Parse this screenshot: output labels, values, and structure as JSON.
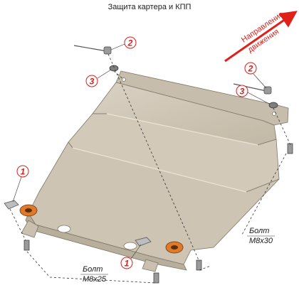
{
  "title": "Защита картера и КПП",
  "direction": {
    "line1": "Направление",
    "line2": "движения",
    "color": "#e0201b"
  },
  "bolts": [
    {
      "label": "Болт",
      "size": "M8x30"
    },
    {
      "label": "Болт",
      "size": "M8x25"
    }
  ],
  "callouts": [
    {
      "number": "2"
    },
    {
      "number": "3"
    },
    {
      "number": "2"
    },
    {
      "number": "3"
    },
    {
      "number": "1"
    },
    {
      "number": "1"
    }
  ],
  "colors": {
    "plate": "#cdc4b4",
    "plate_edge": "#8a8172",
    "callout": "#d8201b",
    "rubber": "#e07a2a"
  }
}
